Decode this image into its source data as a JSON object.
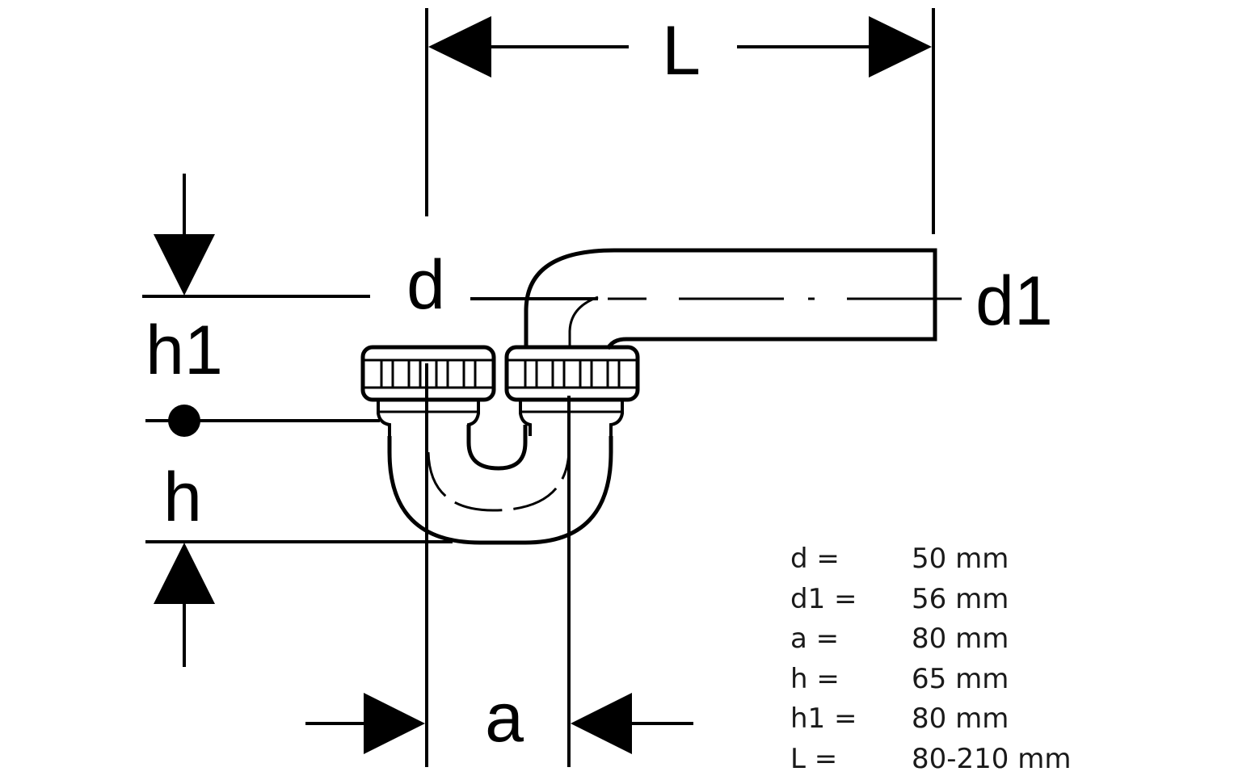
{
  "diagram": {
    "labels": {
      "L": "L",
      "d": "d",
      "d1": "d1",
      "h1": "h1",
      "h": "h",
      "a": "a"
    }
  },
  "specs": [
    {
      "key": "d =",
      "value": "50 mm"
    },
    {
      "key": "d1 =",
      "value": "56 mm"
    },
    {
      "key": "a =",
      "value": "80 mm"
    },
    {
      "key": "h =",
      "value": "65 mm"
    },
    {
      "key": "h1 =",
      "value": "80 mm"
    },
    {
      "key": "L =",
      "value": "80-210 mm"
    }
  ]
}
